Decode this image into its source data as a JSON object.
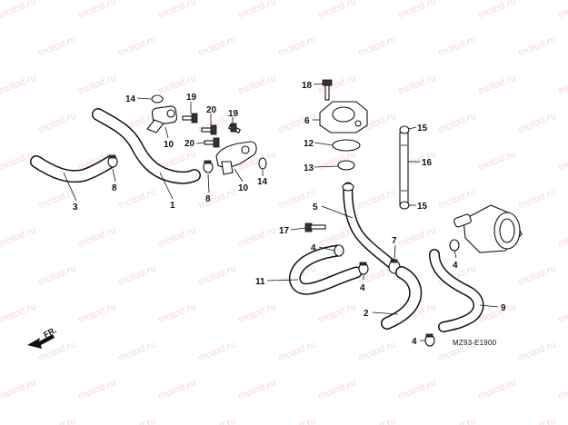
{
  "watermark_text": "motod.ru",
  "diagram_code": "MZ93-E1900",
  "front_arrow_label": "FR.",
  "callouts": {
    "c14a": "14",
    "c19a": "19",
    "c20a": "20",
    "c19b": "19",
    "c10a": "10",
    "c20b": "20",
    "c10b": "10",
    "c14b": "14",
    "c8a": "8",
    "c8b": "8",
    "c3": "3",
    "c1": "1",
    "c18": "18",
    "c6": "6",
    "c12": "12",
    "c13": "13",
    "c15a": "15",
    "c16": "16",
    "c15b": "15",
    "c5": "5",
    "c17": "17",
    "c4a": "4",
    "c7": "7",
    "c11": "11",
    "c4b": "4",
    "c4c": "4",
    "c2": "2",
    "c9": "9",
    "c4d": "4"
  }
}
